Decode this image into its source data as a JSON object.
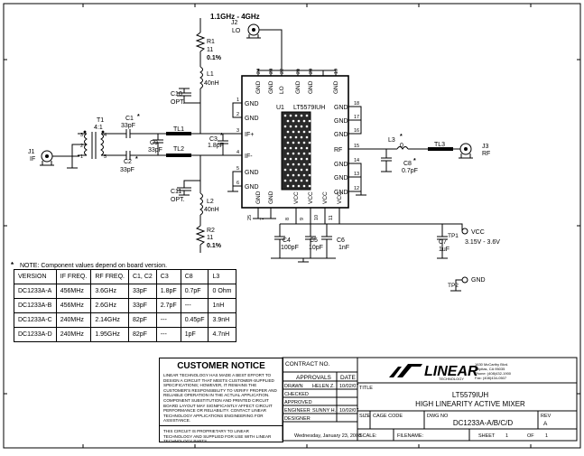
{
  "header": {
    "freq_range": "1.1GHz - 4GHz"
  },
  "connectors": {
    "j2": {
      "ref": "J2",
      "label": "LO"
    },
    "j1": {
      "ref": "J1",
      "label": "IF"
    },
    "j3": {
      "ref": "J3",
      "label": "RF"
    }
  },
  "components": {
    "r1": {
      "ref": "R1",
      "value": "11",
      "tol": "0.1%"
    },
    "l1": {
      "ref": "L1",
      "value": "40nH"
    },
    "c10": {
      "ref": "C10",
      "value": "OPT."
    },
    "c1": {
      "ref": "C1",
      "value": "33pF",
      "star": "*"
    },
    "t1": {
      "ref": "T1",
      "value": "4:1"
    },
    "c2": {
      "ref": "C2",
      "value": "33pF",
      "star": "*"
    },
    "c9": {
      "ref": "C9",
      "value": "33pF"
    },
    "tl1": {
      "ref": "TL1"
    },
    "tl2": {
      "ref": "TL2"
    },
    "c3": {
      "ref": "C3",
      "value": "1.8pF",
      "star": "*"
    },
    "c11": {
      "ref": "C11",
      "value": "OPT."
    },
    "l2": {
      "ref": "L2",
      "value": "40nH"
    },
    "r2": {
      "ref": "R2",
      "value": "11",
      "tol": "0.1%"
    },
    "l3": {
      "ref": "L3",
      "value": "0",
      "star": "*"
    },
    "tl3": {
      "ref": "TL3"
    },
    "c8": {
      "ref": "C8",
      "value": "0.7pF",
      "star": "*"
    },
    "c4": {
      "ref": "C4",
      "value": "100pF"
    },
    "c5": {
      "ref": "C5",
      "value": "10pF"
    },
    "c6": {
      "ref": "C6",
      "value": "1nF"
    },
    "c7": {
      "ref": "C7",
      "value": "1uF"
    },
    "tp1": {
      "ref": "TP1",
      "label": "VCC",
      "range": "3.15V - 3.6V"
    },
    "tp2": {
      "ref": "TP2",
      "label": "GND"
    }
  },
  "transformer_pins": [
    "3",
    "2",
    "1",
    "4",
    "5"
  ],
  "ic": {
    "ref": "U1",
    "part": "LT5579IUH",
    "top_pins": [
      {
        "num": "24",
        "name": "GND"
      },
      {
        "num": "23",
        "name": "GND"
      },
      {
        "num": "22",
        "name": "LO"
      },
      {
        "num": "21",
        "name": "GND"
      },
      {
        "num": "20",
        "name": "GND"
      },
      {
        "num": "19",
        "name": "GND"
      }
    ],
    "left_pins": [
      {
        "num": "1",
        "name": "GND"
      },
      {
        "num": "2",
        "name": "GND"
      },
      {
        "num": "3",
        "name": "IF+"
      },
      {
        "num": "4",
        "name": "IF-"
      },
      {
        "num": "5",
        "name": "GND"
      },
      {
        "num": "6",
        "name": "GND"
      }
    ],
    "right_pins": [
      {
        "num": "18",
        "name": "GND"
      },
      {
        "num": "17",
        "name": "GND"
      },
      {
        "num": "16",
        "name": "GND"
      },
      {
        "num": "15",
        "name": "RF"
      },
      {
        "num": "14",
        "name": "GND"
      },
      {
        "num": "13",
        "name": "GND"
      },
      {
        "num": "12",
        "name": "GND"
      }
    ],
    "bottom_pins": [
      {
        "num": "25",
        "name": "GND"
      },
      {
        "num": "7",
        "name": "GND"
      },
      {
        "num": "8",
        "name": "VCC"
      },
      {
        "num": "9",
        "name": "VCC"
      },
      {
        "num": "10",
        "name": "VCC"
      },
      {
        "num": "11",
        "name": "VCC"
      }
    ]
  },
  "note": {
    "star": "*",
    "text": "NOTE: Component values depend on board version."
  },
  "version_table": {
    "headers": [
      "VERSION",
      "IF FREQ.",
      "RF FREQ.",
      "C1, C2",
      "C3",
      "C8",
      "L3"
    ],
    "rows": [
      [
        "DC1233A-A",
        "456MHz",
        "3.6GHz",
        "33pF",
        "1.8pF",
        "0.7pF",
        "0 Ohm"
      ],
      [
        "DC1233A-B",
        "456MHz",
        "2.6GHz",
        "33pF",
        "2.7pF",
        "---",
        "1nH"
      ],
      [
        "DC1233A-C",
        "240MHz",
        "2.14GHz",
        "82pF",
        "---",
        "0.45pF",
        "3.9nH"
      ],
      [
        "DC1233A-D",
        "240MHz",
        "1.95GHz",
        "82pF",
        "---",
        "1pF",
        "4.7nH"
      ]
    ]
  },
  "notice": {
    "title": "CUSTOMER NOTICE",
    "body": "LINEAR TECHNOLOGY HAS MADE A BEST EFFORT TO DESIGN A CIRCUIT THAT MEETS CUSTOMER-SUPPLIED SPECIFICATIONS; HOWEVER, IT REMAINS THE CUSTOMER'S RESPONSIBILITY TO VERIFY PROPER AND RELIABLE OPERATION IN THE ACTUAL APPLICATION. COMPONENT SUBSTITUTION AND PRINTED CIRCUIT BOARD LAYOUT MAY SIGNIFICANTLY AFFECT CIRCUIT PERFORMANCE OR RELIABILITY. CONTACT LINEAR TECHNOLOGY APPLICATIONS ENGINEERING FOR ASSISTANCE.",
    "footer": "THIS CIRCUIT IS PROPRIETARY TO LINEAR TECHNOLOGY AND SUPPLIED FOR USE WITH LINEAR TECHNOLOGY PARTS."
  },
  "title_block": {
    "contract_no": "CONTRACT NO.",
    "approvals": "APPROVALS",
    "date": "DATE",
    "drawn": "DRAWN",
    "drawn_name": "HELEN Z.",
    "drawn_date": "10/02/07",
    "checked": "CHECKED",
    "approved": "APPROVED",
    "engineer": "ENGINEER",
    "engineer_name": "SUNNY H.",
    "engineer_date": "10/02/07",
    "designer": "DESIGNER",
    "logo": "LINEAR",
    "logo_sub": "TECHNOLOGY",
    "address": [
      "1630 McCarthy Blvd.",
      "Milpitas, CA 95035",
      "Phone: (408)432-1900",
      "Fax: (408)434-0507"
    ],
    "title_label": "TITLE",
    "title1": "LT5579IUH",
    "title2": "HIGH LINEARITY ACTIVE MIXER",
    "size_label": "SIZE",
    "cage_label": "CAGE CODE",
    "dwg_label": "DWG NO",
    "dwg_no": "DC1233A-A/B/C/D",
    "rev_label": "REV",
    "rev": "A",
    "scale_label": "SCALE:",
    "filename_label": "FILENAME:",
    "sheet_label": "SHEET",
    "sheet": "1",
    "of_label": "OF",
    "sheets": "1",
    "print_date": "Wednesday, January 23, 2008"
  }
}
